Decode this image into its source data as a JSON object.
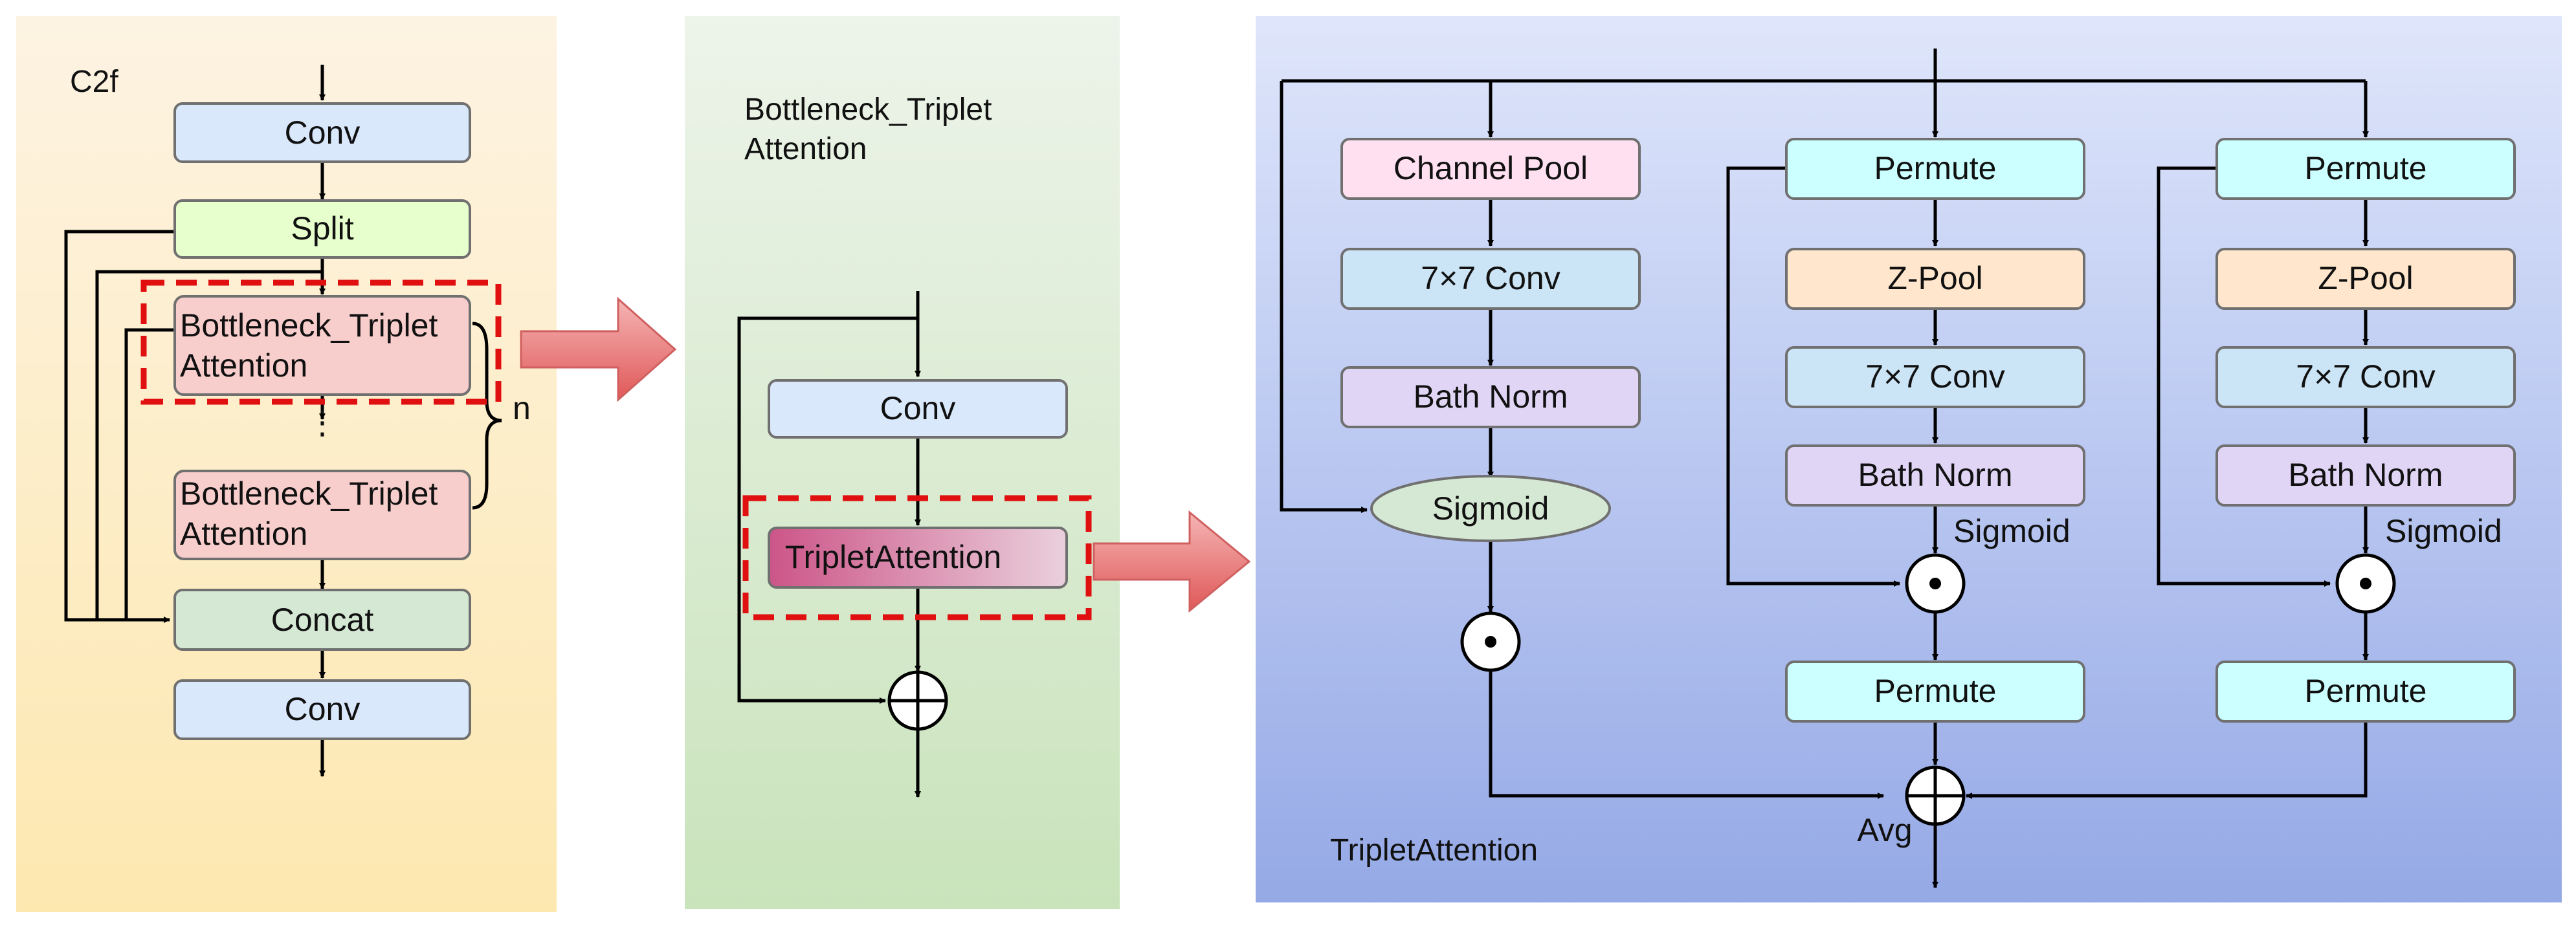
{
  "panels": {
    "c2f": "C2f",
    "bottleneck_line1": "Bottleneck_Triplet",
    "bottleneck_line2": "Attention",
    "triplet": "TripletAttention"
  },
  "c2f": {
    "conv_in": "Conv",
    "split": "Split",
    "bottleneck1_line1": "Bottleneck_Triplet",
    "bottleneck1_line2": "Attention",
    "dots": "⋮",
    "bottleneck2_line1": "Bottleneck_Triplet",
    "bottleneck2_line2": "Attention",
    "repeat_label": "n",
    "concat": "Concat",
    "conv_out": "Conv"
  },
  "bottleneck": {
    "conv": "Conv",
    "triplet": "TripletAttention"
  },
  "triplet": {
    "branch1": {
      "pool": "Channel Pool",
      "conv": "7×7 Conv",
      "norm": "Bath Norm",
      "sigmoid": "Sigmoid"
    },
    "branch2": {
      "permute_in": "Permute",
      "pool": "Z-Pool",
      "conv": "7×7 Conv",
      "norm": "Bath Norm",
      "sigmoid": "Sigmoid",
      "permute_out": "Permute"
    },
    "branch3": {
      "permute_in": "Permute",
      "pool": "Z-Pool",
      "conv": "7×7 Conv",
      "norm": "Bath Norm",
      "sigmoid": "Sigmoid",
      "permute_out": "Permute"
    },
    "avg": "Avg"
  },
  "colors": {
    "c2f_bg_top": "#fdf3e2",
    "c2f_bg_bottom": "#fde8b0",
    "bottleneck_bg_top": "#edf4ea",
    "bottleneck_bg_bottom": "#c9e3bb",
    "triplet_bg_top": "#dfe6fb",
    "triplet_bg_bottom": "#95a9e6",
    "conv": "#dae8fc",
    "split": "#e6ffcc",
    "bottleneck": "#f8cecc",
    "concat": "#d5e8d4",
    "channel_pool": "#ffe0f0",
    "conv7": "#cce5f6",
    "norm": "#e1d5f5",
    "sigmoid": "#d5e8d4",
    "permute": "#ccffff",
    "zpool": "#ffe6cc",
    "triplet_box_left": "#cc5588",
    "triplet_box_right": "#ead0dc",
    "highlight": "#e01010",
    "big_arrow_top": "#f5b5b5",
    "big_arrow_bottom": "#e05858"
  }
}
